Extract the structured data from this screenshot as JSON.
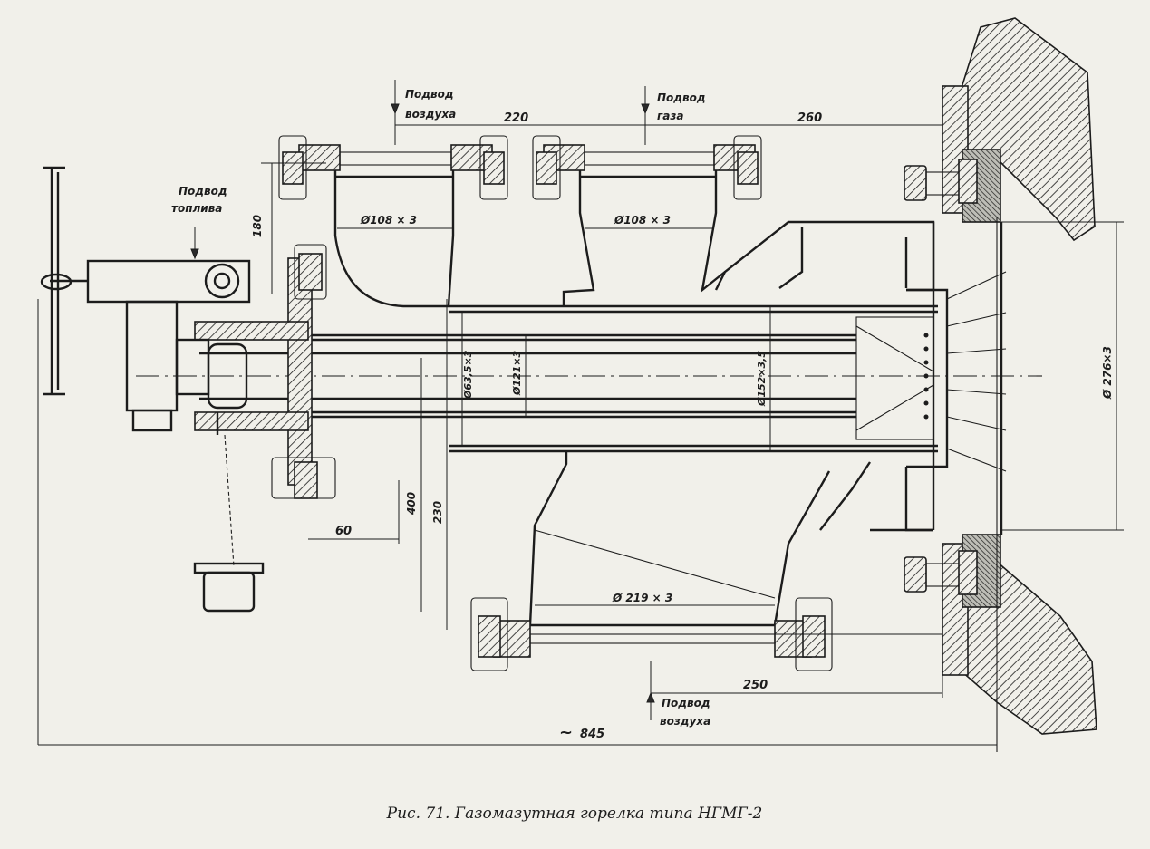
{
  "caption": "Рис. 71. Газомазутная горелка типа НГМГ-2",
  "labels": {
    "air_inlet_top": [
      "Подвод",
      "воздуха"
    ],
    "gas_inlet": [
      "Подвод",
      "газа"
    ],
    "fuel_inlet": [
      "Подвод",
      "топлива"
    ],
    "air_inlet_bottom": [
      "Подвод",
      "воздуха"
    ]
  },
  "dimensions": {
    "d220": "220",
    "d260": "260",
    "d180": "180",
    "d400": "400",
    "d230": "230",
    "d60": "60",
    "d250": "250",
    "d845": "845",
    "pipe_air": "Ø108 × 3",
    "pipe_gas": "Ø108 × 3",
    "pipe_63": "Ø63,5×3",
    "pipe_121": "Ø121×3",
    "pipe_152": "Ø152×3,5",
    "pipe_219": "Ø 219 × 3",
    "pipe_276": "Ø 276×3"
  }
}
